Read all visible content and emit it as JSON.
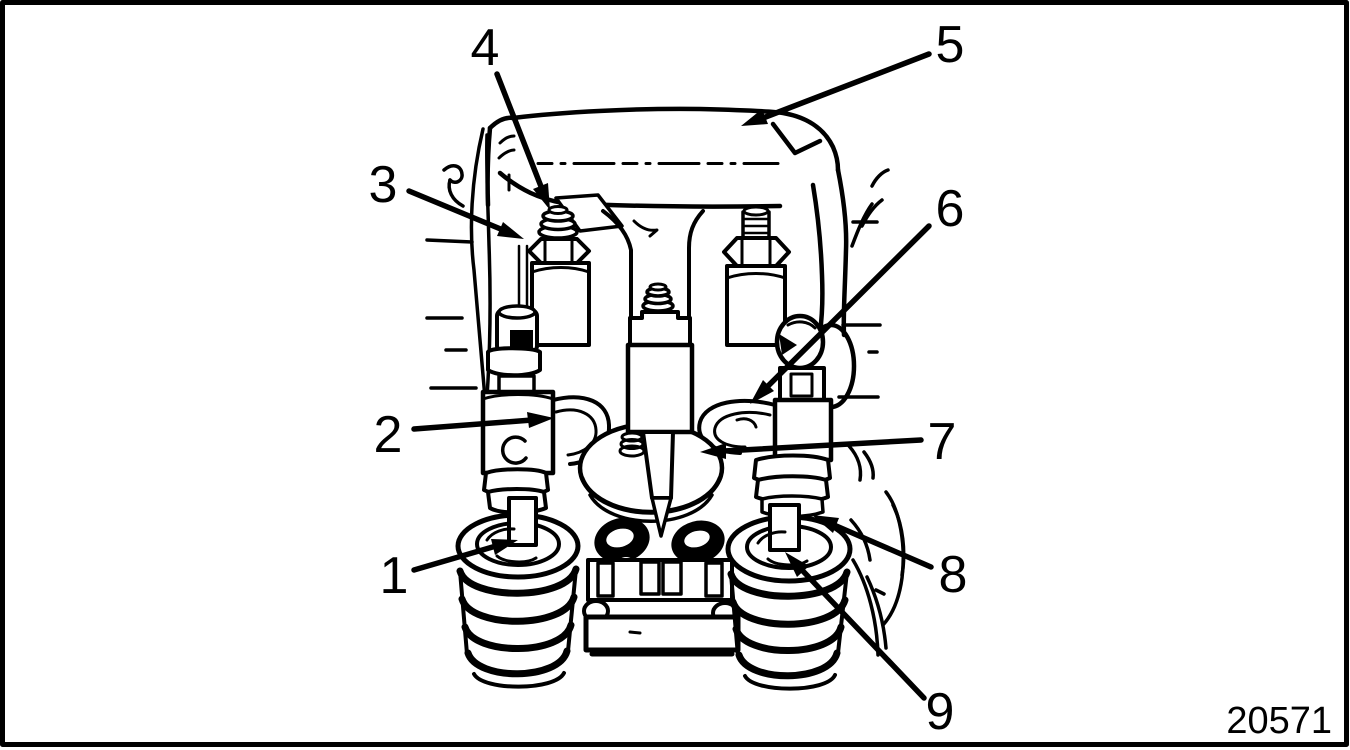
{
  "figure": {
    "number": "20571",
    "kind": "technical-line-diagram",
    "background": "#ffffff",
    "ink": "#000000"
  },
  "callouts": [
    {
      "label": "1"
    },
    {
      "label": "2"
    },
    {
      "label": "3"
    },
    {
      "label": "4"
    },
    {
      "label": "5"
    },
    {
      "label": "6"
    },
    {
      "label": "7"
    },
    {
      "label": "8"
    },
    {
      "label": "9"
    }
  ]
}
